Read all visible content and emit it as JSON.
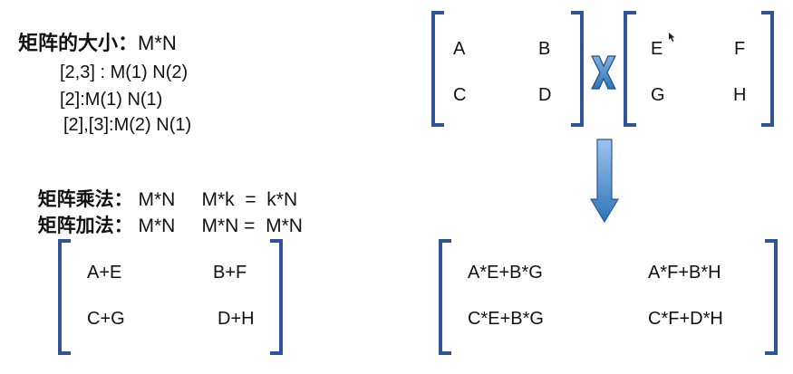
{
  "title": {
    "label": "矩阵的大小：",
    "value": "M*N"
  },
  "size_examples": [
    "[2,3] : M(1)  N(2)",
    "[2]:M(1) N(1)",
    "[2],[3]:M(2) N(1)"
  ],
  "multiply": {
    "label": "矩阵乘法：",
    "text": "M*N     M*k  =  k*N"
  },
  "add": {
    "label": "矩阵加法：",
    "text": "M*N     M*N =  M*N"
  },
  "sum_matrix": [
    "A+E",
    "B+F",
    "C+G",
    "D+H"
  ],
  "left_matrix": [
    "A",
    "B",
    "C",
    "D"
  ],
  "right_matrix": [
    "E",
    "F",
    "G",
    "H"
  ],
  "times_symbol": "X",
  "product_matrix": [
    "A*E+B*G",
    "A*F+B*H",
    "C*E+B*G",
    "C*F+D*H"
  ],
  "colors": {
    "bracket": "#2f5597",
    "accent": "#2e75b6",
    "text": "#111111"
  }
}
